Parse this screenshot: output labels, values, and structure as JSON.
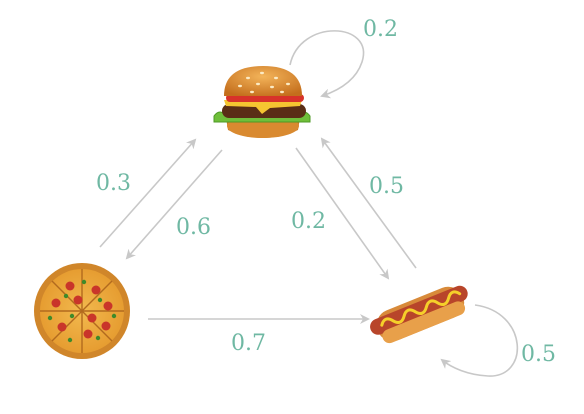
{
  "colors": {
    "label": "#6fb8a3",
    "arrow": "#c8c8c8",
    "background": "#ffffff"
  },
  "nodes": [
    {
      "id": "burger",
      "icon": "burger-icon"
    },
    {
      "id": "pizza",
      "icon": "pizza-icon"
    },
    {
      "id": "hotdog",
      "icon": "hotdog-icon"
    }
  ],
  "edges": [
    {
      "id": "burger-burger",
      "from": "burger",
      "to": "burger",
      "label": "0.2"
    },
    {
      "id": "pizza-burger",
      "from": "pizza",
      "to": "burger",
      "label": "0.3"
    },
    {
      "id": "burger-pizza",
      "from": "burger",
      "to": "pizza",
      "label": "0.6"
    },
    {
      "id": "burger-hotdog",
      "from": "burger",
      "to": "hotdog",
      "label": "0.2"
    },
    {
      "id": "hotdog-burger",
      "from": "hotdog",
      "to": "burger",
      "label": "0.5"
    },
    {
      "id": "pizza-hotdog",
      "from": "pizza",
      "to": "hotdog",
      "label": "0.7"
    },
    {
      "id": "hotdog-hotdog",
      "from": "hotdog",
      "to": "hotdog",
      "label": "0.5"
    }
  ]
}
